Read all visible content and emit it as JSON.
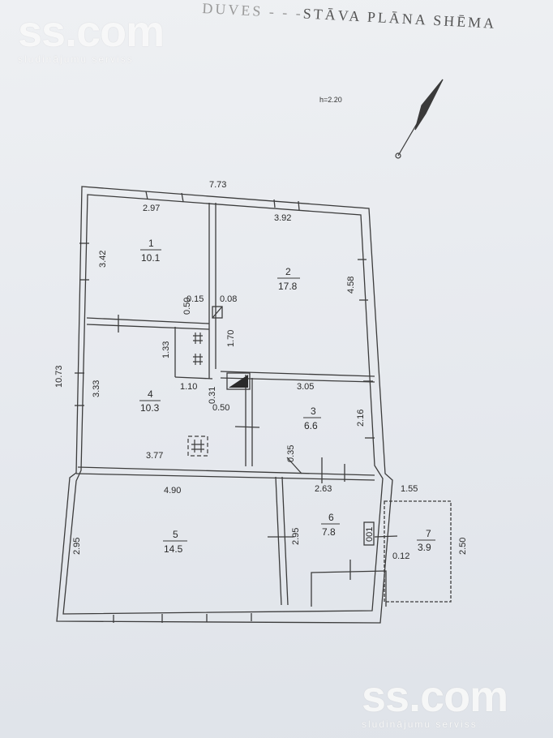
{
  "header": {
    "title_faded": "DUVES",
    "title": "STĀVA PLĀNA SHĒMA",
    "height_note": "h=2.20"
  },
  "watermark": {
    "brand": "ss.com",
    "tagline": "sludinājumu serviss"
  },
  "plan": {
    "overall_width": "7.73",
    "overall_height": "10.73",
    "rooms": [
      {
        "number": "1",
        "area": "10.1"
      },
      {
        "number": "2",
        "area": "17.8"
      },
      {
        "number": "3",
        "area": "6.6"
      },
      {
        "number": "4",
        "area": "10.3"
      },
      {
        "number": "5",
        "area": "14.5"
      },
      {
        "number": "6",
        "area": "7.8"
      },
      {
        "number": "7",
        "area": "3.9"
      }
    ],
    "dimensions": [
      "2.97",
      "3.92",
      "3.42",
      "4.58",
      "0.15",
      "0.08",
      "0.50",
      "1.33",
      "1.70",
      "1.10",
      "0.31",
      "0.50",
      "3.05",
      "3.33",
      "2.16",
      "3.77",
      "0.35",
      "2.63",
      "4.90",
      "1.55",
      "2.95",
      "2.95",
      "2.50",
      "0.12"
    ],
    "meter_label": "001"
  }
}
